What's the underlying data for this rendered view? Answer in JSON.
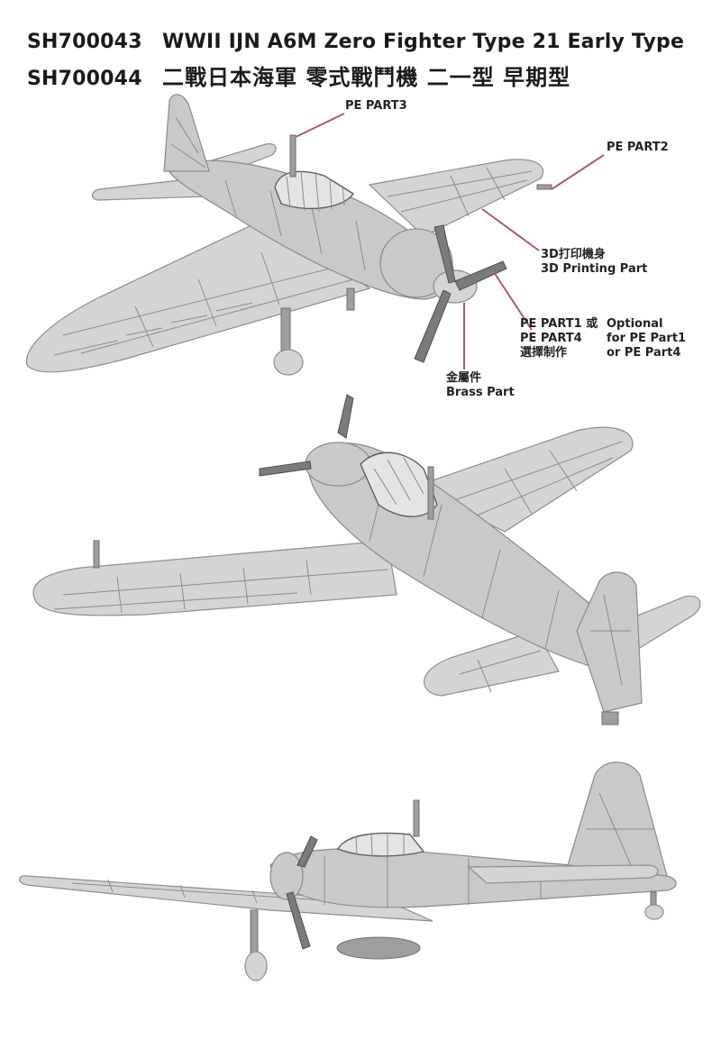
{
  "header": {
    "line1_code": "SH700043",
    "line1_title": "WWII IJN A6M Zero Fighter Type 21 Early Type",
    "line2_code": "SH700044",
    "line2_title": "二戰日本海軍 零式戰鬥機 二一型 早期型"
  },
  "callouts": {
    "pe_part3": "PE PART3",
    "pe_part2": "PE PART2",
    "printing_cn": "3D打印機身",
    "printing_en": "3D Printing Part",
    "pe_part1_cn": "PE PART1 或",
    "pe_part4_cn": "PE PART4",
    "select_cn": "選擇制作",
    "optional_1": "Optional",
    "optional_2": "for PE Part1",
    "optional_3": "or PE Part4",
    "brass_cn": "金屬件",
    "brass_en": "Brass Part"
  },
  "colors": {
    "model_grey": "#c9c9c9",
    "leader_line": "#b2586a"
  }
}
